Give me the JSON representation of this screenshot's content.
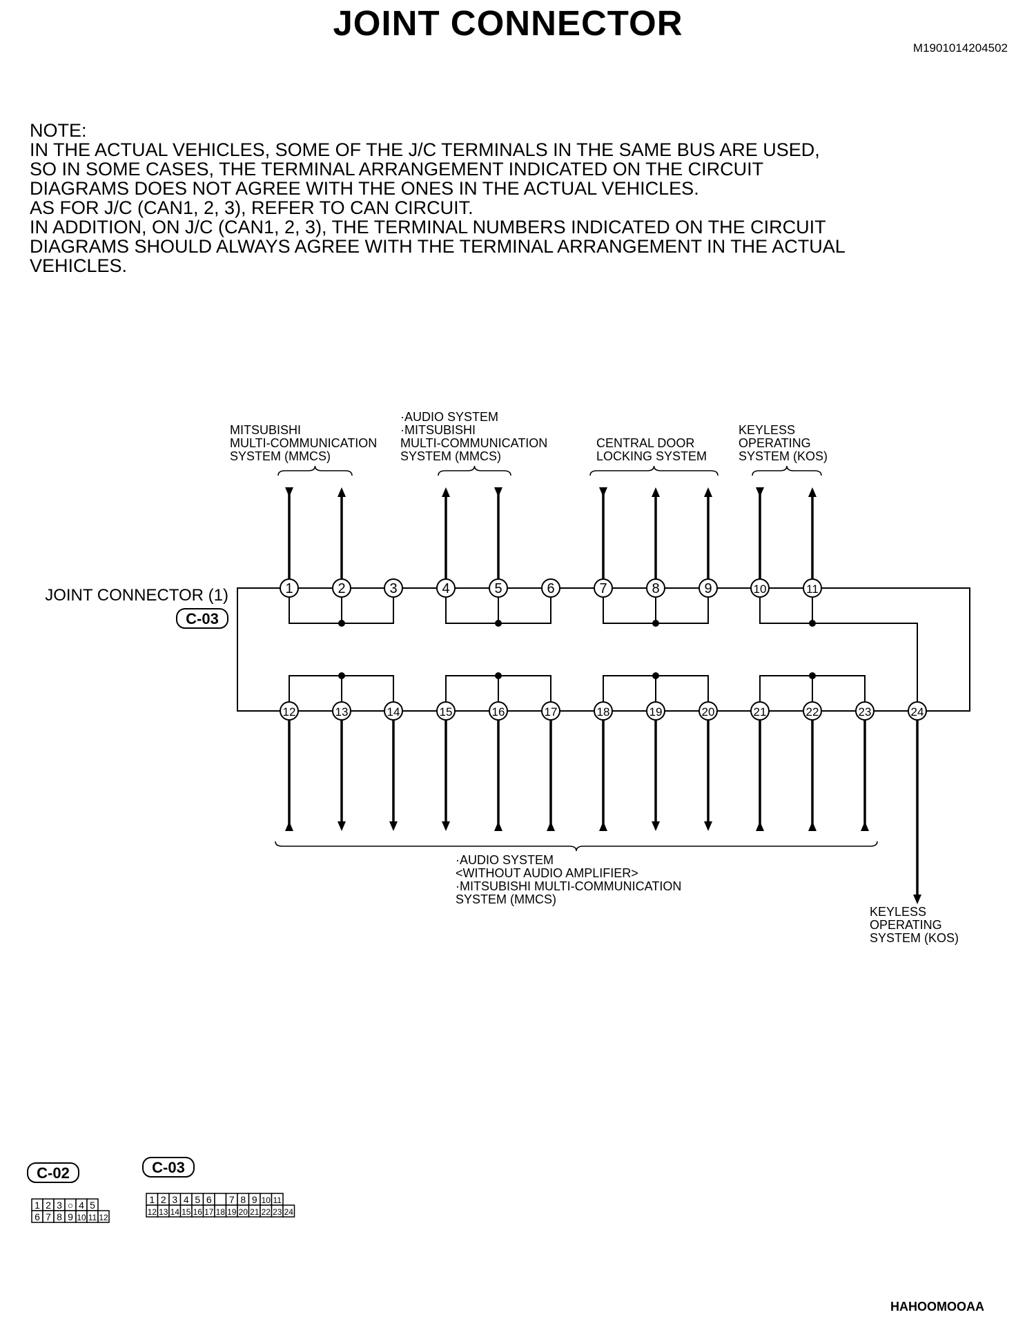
{
  "title": "JOINT CONNECTOR",
  "document_id": "M1901014204502",
  "note_lines": [
    "NOTE:",
    "IN THE ACTUAL VEHICLES, SOME OF THE J/C TERMINALS IN THE SAME BUS ARE USED,",
    "SO IN SOME CASES, THE TERMINAL ARRANGEMENT INDICATED ON THE CIRCUIT",
    "DIAGRAMS DOES NOT AGREE WITH THE ONES IN THE ACTUAL VEHICLES.",
    "AS FOR J/C (CAN1, 2, 3), REFER TO CAN CIRCUIT.",
    "IN ADDITION, ON J/C (CAN1, 2, 3), THE TERMINAL NUMBERS INDICATED ON THE CIRCUIT",
    "DIAGRAMS SHOULD ALWAYS AGREE WITH THE TERMINAL ARRANGEMENT IN THE ACTUAL",
    "VEHICLES."
  ],
  "diagram": {
    "connector_label": "JOINT CONNECTOR (1)",
    "connector_code": "C-03",
    "top_terminals": [
      "1",
      "2",
      "3",
      "4",
      "5",
      "6",
      "7",
      "8",
      "9",
      "10",
      "11"
    ],
    "bottom_terminals": [
      "12",
      "13",
      "14",
      "15",
      "16",
      "17",
      "18",
      "19",
      "20",
      "21",
      "22",
      "23",
      "24"
    ],
    "groups_top": [
      {
        "lines": [
          "MITSUBISHI",
          "MULTI-COMMUNICATION",
          "SYSTEM (MMCS)"
        ]
      },
      {
        "lines": [
          "·AUDIO SYSTEM",
          "·MITSUBISHI",
          "MULTI-COMMUNICATION",
          "SYSTEM (MMCS)"
        ]
      },
      {
        "lines": [
          "CENTRAL DOOR",
          "LOCKING SYSTEM"
        ]
      },
      {
        "lines": [
          "KEYLESS",
          "OPERATING",
          "SYSTEM (KOS)"
        ]
      }
    ],
    "group_bottom": {
      "lines": [
        "·AUDIO SYSTEM",
        "<WITHOUT AUDIO AMPLIFIER>",
        "·MITSUBISHI MULTI-COMMUNICATION",
        "SYSTEM (MMCS)"
      ]
    },
    "group_kos_bottom": {
      "lines": [
        "KEYLESS",
        "OPERATING",
        "SYSTEM (KOS)"
      ]
    },
    "top_arrows": [
      "down",
      "up",
      "none",
      "up",
      "down",
      "none",
      "down",
      "up",
      "up",
      "down",
      "up"
    ],
    "bottom_arrows": [
      "up",
      "down",
      "down",
      "down",
      "up",
      "up",
      "up",
      "down",
      "down",
      "up",
      "up",
      "up",
      "kos"
    ]
  },
  "connector_views": {
    "c02": {
      "code": "C-02",
      "row1": [
        "1",
        "2",
        "3",
        "○",
        "4",
        "5"
      ],
      "row2": [
        "6",
        "7",
        "8",
        "9",
        "10",
        "11",
        "12"
      ]
    },
    "c03": {
      "code": "C-03",
      "row1": [
        "1",
        "2",
        "3",
        "4",
        "5",
        "6",
        "",
        "7",
        "8",
        "9",
        "10",
        "11"
      ],
      "row2": [
        "12",
        "13",
        "14",
        "15",
        "16",
        "17",
        "18",
        "19",
        "20",
        "21",
        "22",
        "23",
        "24"
      ]
    }
  },
  "figure_id": "HAHOOMOOAA"
}
